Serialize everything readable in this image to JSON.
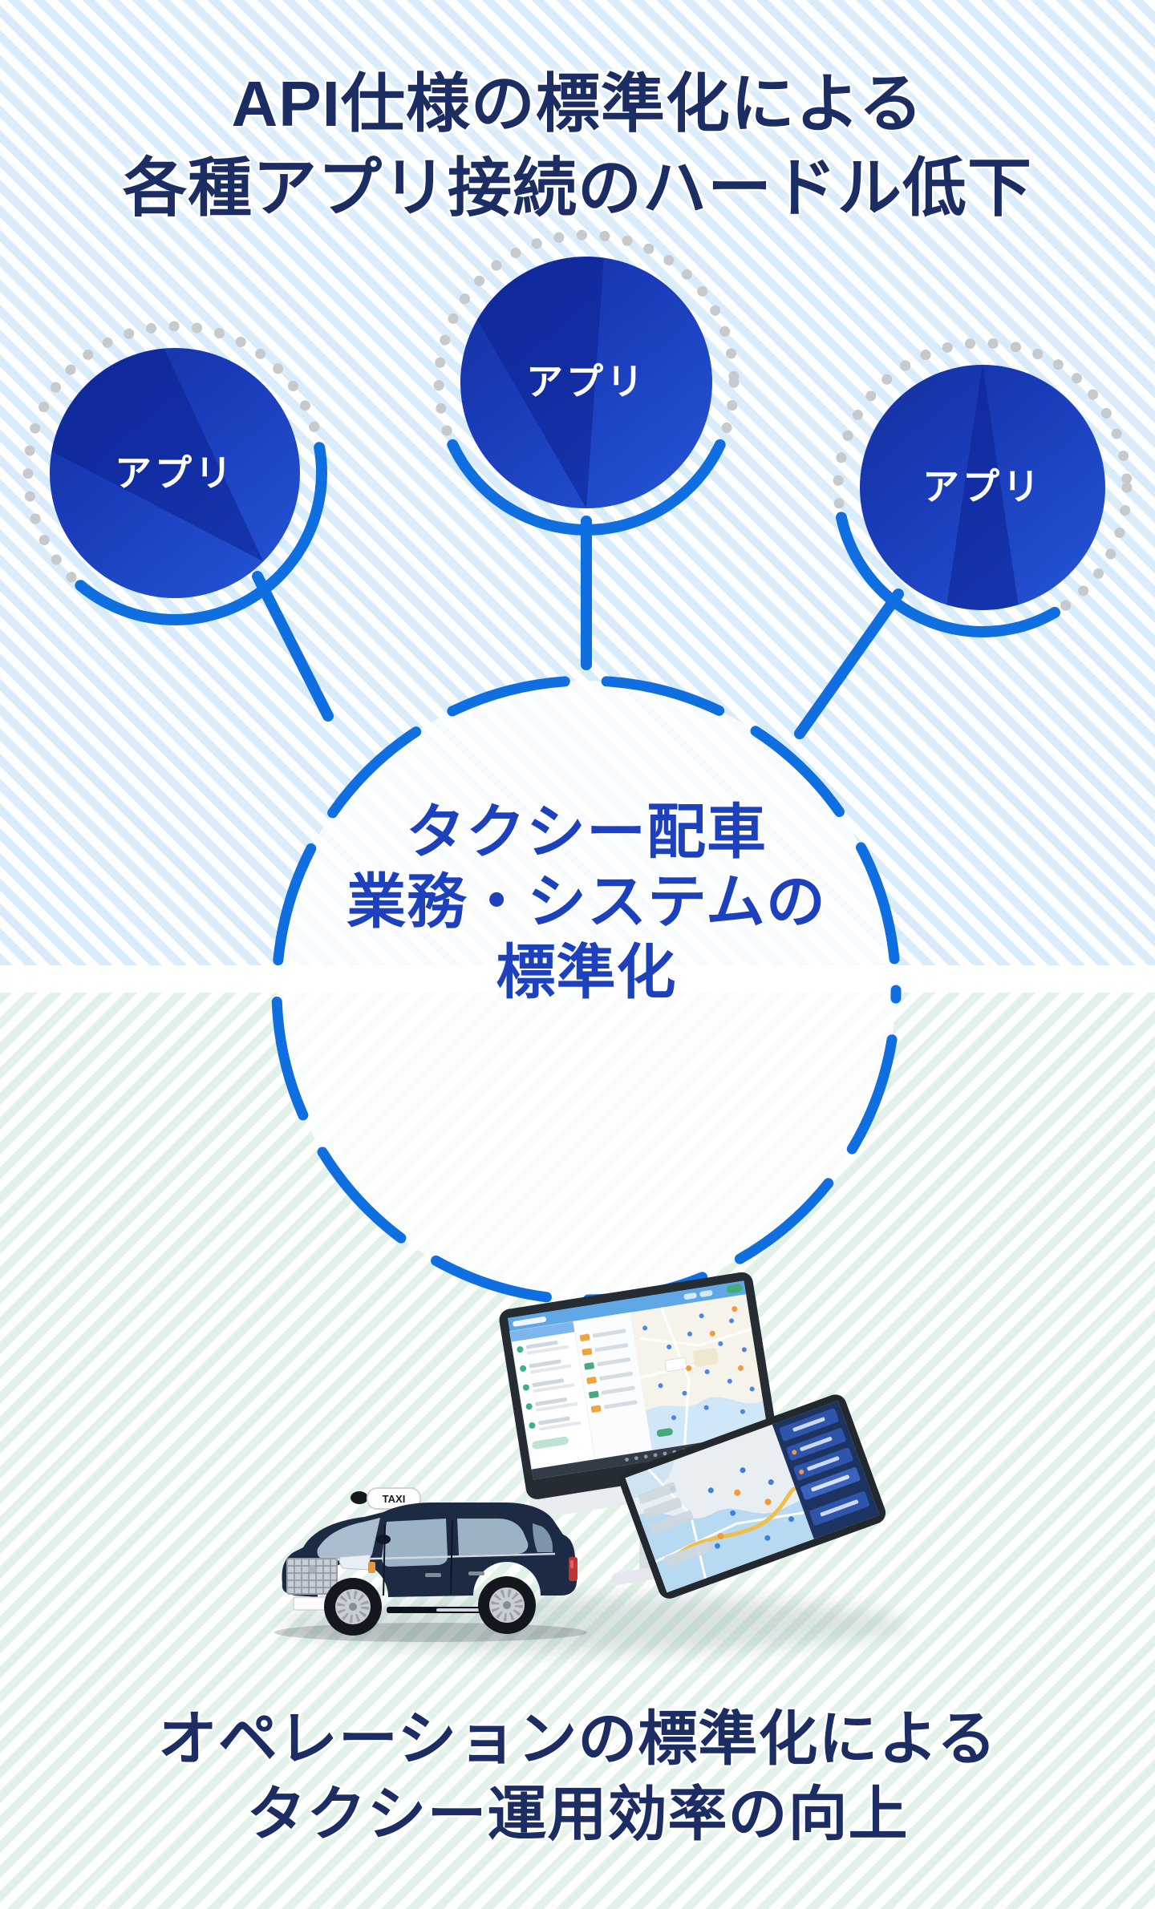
{
  "header": {
    "title_line1": "API仕様の標準化による",
    "title_line2": "各種アプリ接続のハードル低下"
  },
  "footer": {
    "title_line1": "オペレーションの標準化による",
    "title_line2": "タクシー運用効率の向上"
  },
  "app_circles": [
    {
      "label": "アプリ"
    },
    {
      "label": "アプリ"
    },
    {
      "label": "アプリ"
    }
  ],
  "center_circle": {
    "line1": "タクシー配車",
    "line2": "業務・システムの",
    "line3": "標準化"
  },
  "illustration": {
    "taxi_sign_label": "TAXI"
  },
  "colors": {
    "stripe_blue": "#d9ecfb",
    "stripe_mint": "#e2f1ea",
    "title_navy": "#1c2d63",
    "accent_blue": "#0f6fe0",
    "circle_blue_dark": "#15309e",
    "circle_blue_light": "#2353d4",
    "center_text_blue": "#1d40bd",
    "dot_ring_gray": "#c6cacd",
    "taxi_body_navy": "#1d2a44"
  }
}
